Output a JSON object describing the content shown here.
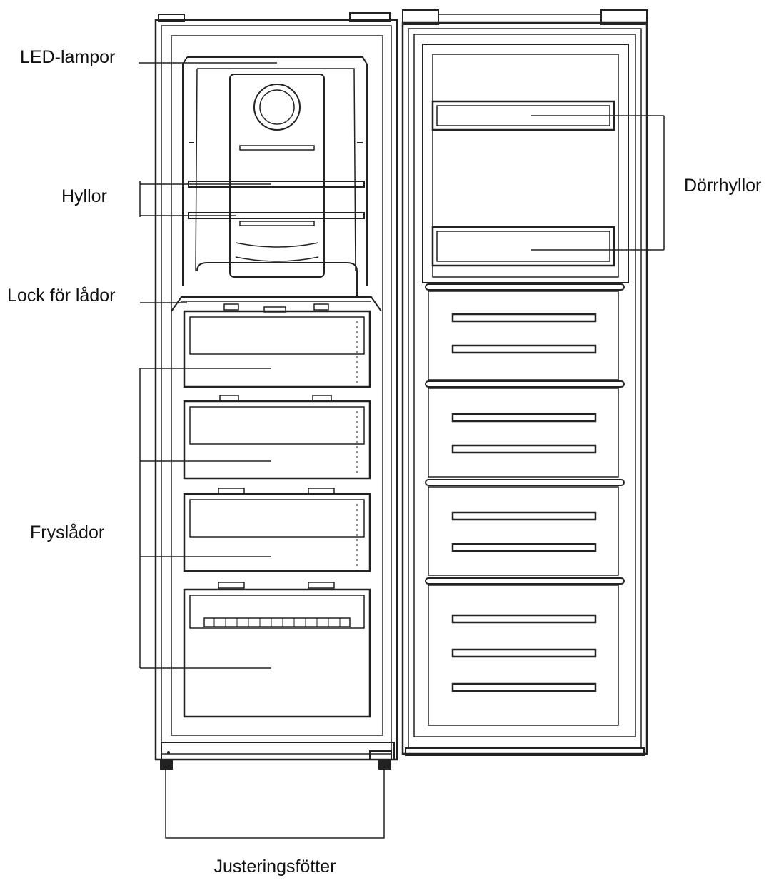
{
  "labels": {
    "led_lamps": "LED-lampor",
    "shelves": "Hyllor",
    "drawer_lid": "Lock för lådor",
    "freezer_drawers": "Fryslådor",
    "door_shelves": "Dörrhyllor",
    "adjustable_feet": "Justeringsfötter"
  },
  "colors": {
    "line": "#222222",
    "background": "#ffffff",
    "text": "#111111"
  }
}
